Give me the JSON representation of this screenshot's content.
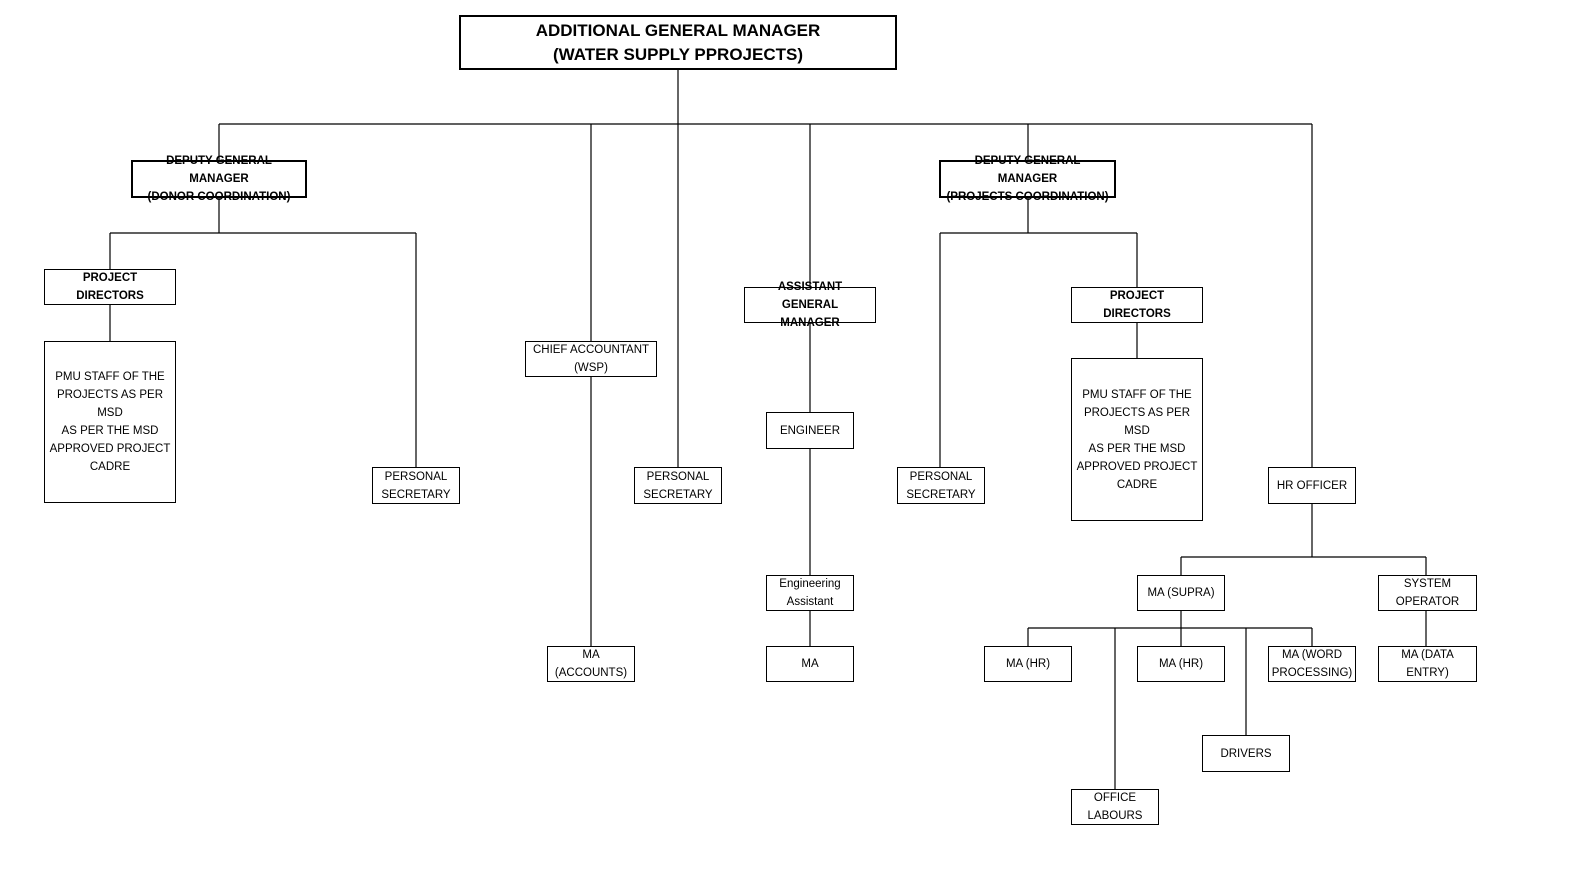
{
  "root": {
    "line1": "ADDITIONAL GENERAL MANAGER",
    "line2": "(WATER SUPPLY PPROJECTS)"
  },
  "dgm_donor": {
    "line1": "DEPUTY GENERAL MANAGER",
    "line2": "(DONOR COORDINATION)"
  },
  "dgm_projects": {
    "line1": "DEPUTY GENERAL MANAGER",
    "line2": "(PROJECTS COORDINATION)"
  },
  "pd_left": {
    "label": "PROJECT DIRECTORS"
  },
  "pd_right": {
    "label": "PROJECT DIRECTORS"
  },
  "pmu_left": {
    "l1": "PMU STAFF OF THE",
    "l2": "PROJECTS AS PER MSD",
    "l3": "AS PER THE MSD",
    "l4": "APPROVED PROJECT",
    "l5": "CADRE"
  },
  "pmu_right": {
    "l1": "PMU STAFF OF THE",
    "l2": "PROJECTS AS PER MSD",
    "l3": "AS PER THE MSD",
    "l4": "APPROVED PROJECT",
    "l5": "CADRE"
  },
  "ps_donor": {
    "line1": "PERSONAL",
    "line2": "SECRETARY"
  },
  "ps_agm": {
    "line1": "PERSONAL",
    "line2": "SECRETARY"
  },
  "ps_projects": {
    "line1": "PERSONAL",
    "line2": "SECRETARY"
  },
  "chief_accountant": {
    "line1": "CHIEF ACCOUNTANT",
    "line2": "(WSP)"
  },
  "ma_accounts": {
    "line1": "MA",
    "line2": "(ACCOUNTS)"
  },
  "asst_gm": {
    "line1": "ASSISTANT GENERAL",
    "line2": "MANAGER"
  },
  "engineer": {
    "label": "ENGINEER"
  },
  "eng_assistant": {
    "line1": "Engineering",
    "line2": "Assistant"
  },
  "ma_eng": {
    "label": "MA"
  },
  "hr_officer": {
    "label": "HR OFFICER"
  },
  "ma_supra": {
    "label": "MA (SUPRA)"
  },
  "system_operator": {
    "line1": "SYSTEM",
    "line2": "OPERATOR"
  },
  "ma_hr_1": {
    "label": "MA (HR)"
  },
  "ma_hr_2": {
    "label": "MA (HR)"
  },
  "ma_word": {
    "line1": "MA (WORD",
    "line2": "PROCESSING)"
  },
  "ma_data_entry": {
    "label": "MA (DATA ENTRY)"
  },
  "drivers": {
    "label": "DRIVERS"
  },
  "office_labours": {
    "line1": "OFFICE",
    "line2": "LABOURS"
  }
}
